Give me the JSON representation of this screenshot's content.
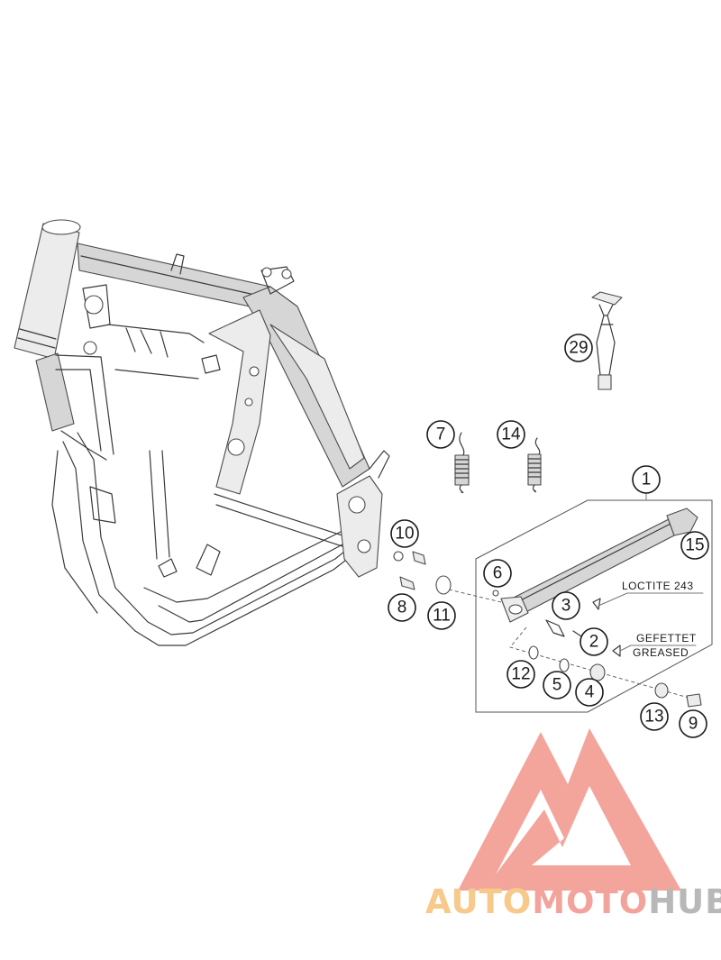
{
  "callouts": [
    {
      "id": "c1",
      "label": "1"
    },
    {
      "id": "c2",
      "label": "2"
    },
    {
      "id": "c3",
      "label": "3"
    },
    {
      "id": "c4",
      "label": "4"
    },
    {
      "id": "c5",
      "label": "5"
    },
    {
      "id": "c6",
      "label": "6"
    },
    {
      "id": "c7",
      "label": "7"
    },
    {
      "id": "c8",
      "label": "8"
    },
    {
      "id": "c9",
      "label": "9"
    },
    {
      "id": "c10",
      "label": "10"
    },
    {
      "id": "c11",
      "label": "11"
    },
    {
      "id": "c12",
      "label": "12"
    },
    {
      "id": "c13",
      "label": "13"
    },
    {
      "id": "c14",
      "label": "14"
    },
    {
      "id": "c15",
      "label": "15"
    },
    {
      "id": "c29",
      "label": "29"
    }
  ],
  "notes": {
    "loctite": "LOCTITE 243",
    "greased_de": "GEFETTET",
    "greased_en": "GREASED"
  },
  "watermark": {
    "part1": "AUTO",
    "part2": "MOTO",
    "part3": "HUB",
    "color_auto": "#f7c98a",
    "color_moto": "#f2a49c",
    "color_hub": "#b8b8b8",
    "logo_color": "#f2a097"
  }
}
